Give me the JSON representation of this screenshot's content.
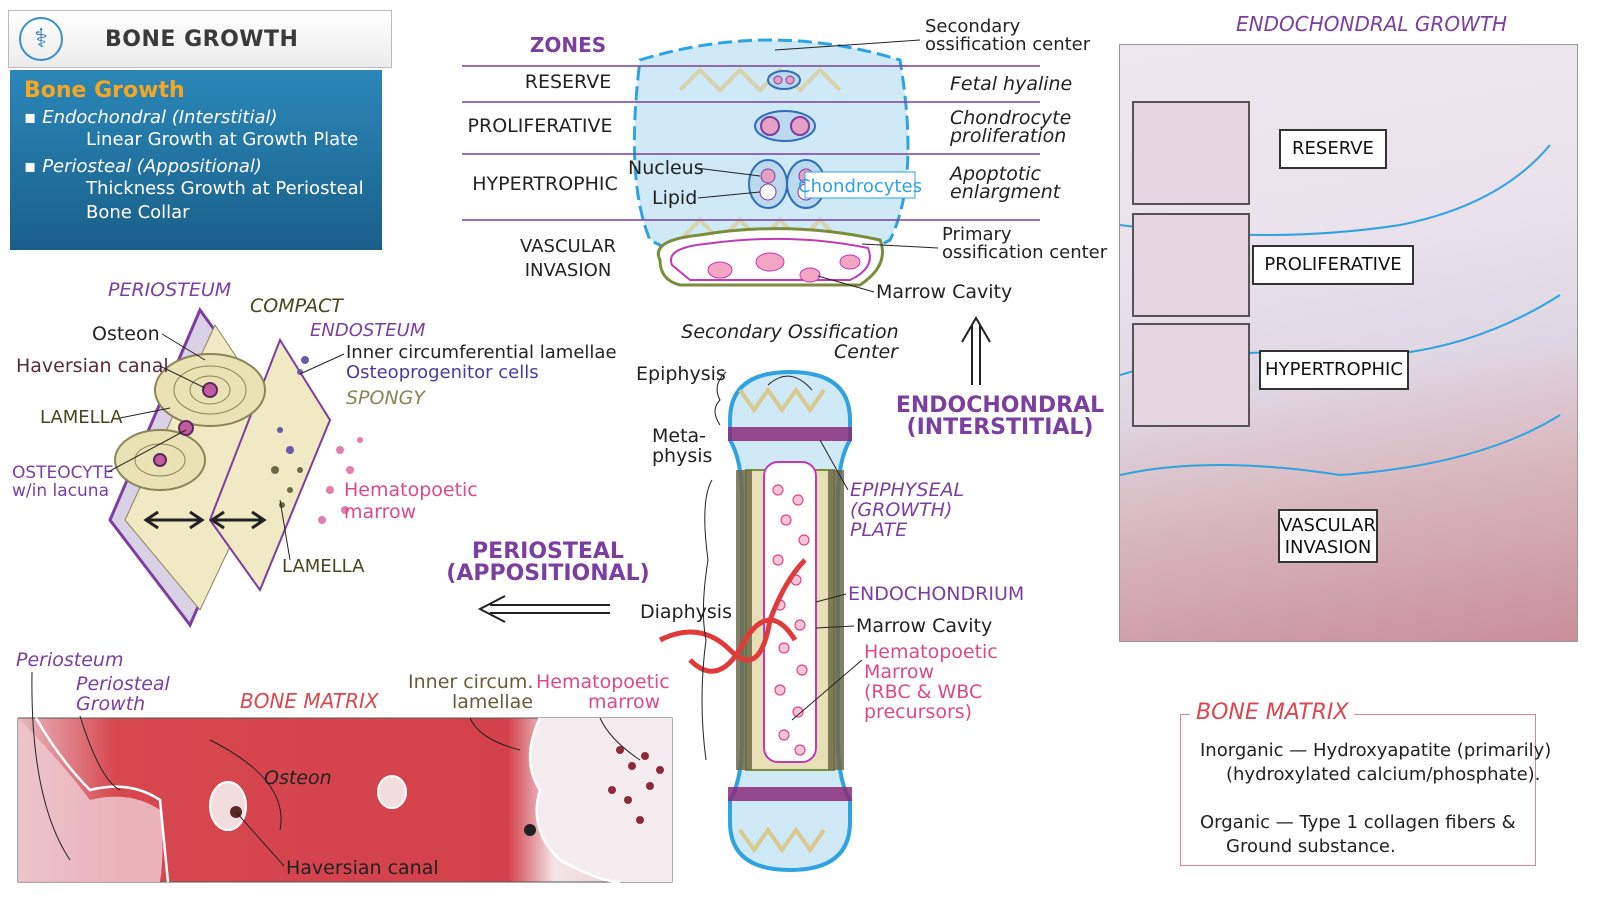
{
  "header": {
    "title": "BONE GROWTH",
    "logo_icon": "caduceus-icon"
  },
  "summary": {
    "heading": "Bone Growth",
    "items": [
      {
        "title": "Endochondral (Interstitial)",
        "detail": "Linear Growth at Growth Plate"
      },
      {
        "title": "Periosteal (Appositional)",
        "detail": "Thickness Growth at Periosteal",
        "detail2": "Bone Collar"
      }
    ]
  },
  "zones": {
    "header": "ZONES",
    "rows": [
      "RESERVE",
      "PROLIFERATIVE",
      "HYPERTROPHIC",
      "VASCULAR",
      "INVASION"
    ],
    "right_labels": [
      "Secondary",
      "ossification center",
      "Fetal hyaline",
      "Chondrocyte",
      "proliferation",
      "Apoptotic",
      "enlargment",
      "Primary",
      "ossification center",
      "Marrow Cavity"
    ],
    "inner_labels": [
      "Nucleus",
      "Lipid",
      "Chondrocytes"
    ]
  },
  "compact_diagram": {
    "labels": [
      "PERIOSTEUM",
      "COMPACT",
      "Osteon",
      "ENDOSTEUM",
      "Haversian canal",
      "Inner circumferential lamellae",
      "Osteoprogenitor cells",
      "SPONGY",
      "LAMELLA",
      "OSTEOCYTE",
      "w/in lacuna",
      "Hematopoetic",
      "marrow",
      "LAMELLA"
    ]
  },
  "long_bone": {
    "labels": [
      "Secondary Ossification",
      "Center",
      "Epiphysis",
      "Meta-",
      "physis",
      "EPIPHYSEAL",
      "(GROWTH)",
      "PLATE",
      "Diaphysis",
      "ENDOCHONDRIUM",
      "Marrow Cavity",
      "Hematopoetic",
      "Marrow",
      "(RBC & WBC",
      "precursors)"
    ]
  },
  "arrows": {
    "endochondral": [
      "ENDOCHONDRAL",
      "(INTERSTITIAL)"
    ],
    "periosteal": [
      "PERIOSTEAL",
      "(APPOSITIONAL)"
    ]
  },
  "histology_strip": {
    "labels": [
      "Periosteum",
      "Periosteal",
      "Growth",
      "BONE MATRIX",
      "Inner circum.",
      "lamellae",
      "Hematopoetic",
      "marrow",
      "Osteon",
      "Haversian canal"
    ]
  },
  "endochondral_panel": {
    "title": "ENDOCHONDRAL GROWTH",
    "zones": [
      "RESERVE",
      "PROLIFERATIVE",
      "HYPERTROPHIC",
      "VASCULAR",
      "INVASION"
    ]
  },
  "bone_matrix": {
    "title": "BONE MATRIX",
    "lines": [
      "Inorganic — Hydroxyapatite (primarily)",
      "(hydroxylated calcium/phosphate).",
      "Organic — Type 1 collagen fibers &",
      "Ground substance."
    ]
  },
  "colors": {
    "purple": "#7b3fa0",
    "pink": "#d94a8c",
    "blue": "#2fa3e0",
    "red": "#e03b3b",
    "olive": "#7a6d3a"
  }
}
